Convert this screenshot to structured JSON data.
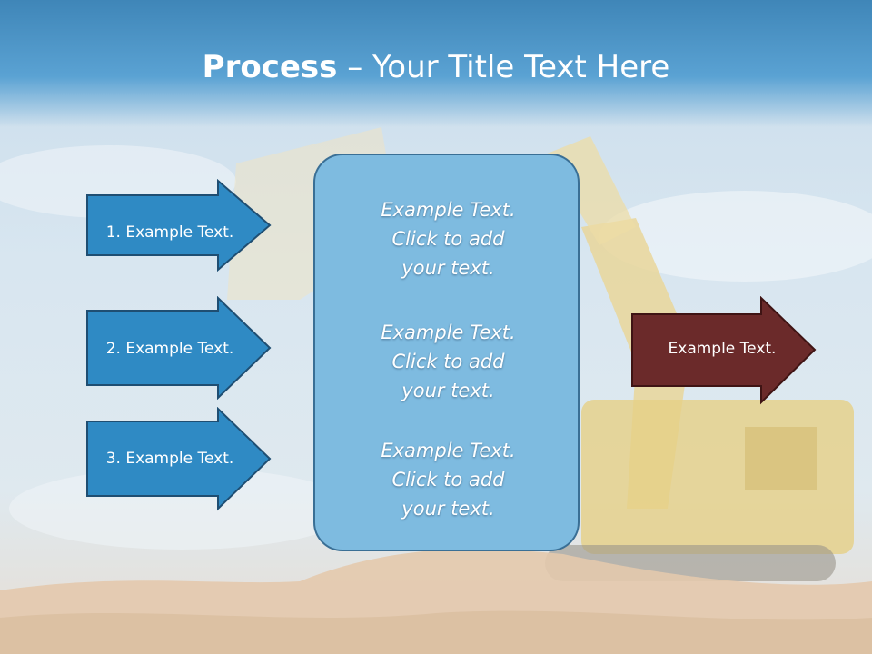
{
  "slide": {
    "title_bold": "Process",
    "title_dash": " – ",
    "title_rest": "Your Title Text Here"
  },
  "left_arrows": [
    {
      "label": "1. Example Text."
    },
    {
      "label": "2. Example Text."
    },
    {
      "label": "3. Example Text."
    }
  ],
  "center_box": {
    "blocks": [
      {
        "line1": "Example Text.",
        "line2": "Click  to add",
        "line3": "your text."
      },
      {
        "line1": "Example Text.",
        "line2": "Click  to add",
        "line3": "your text."
      },
      {
        "line1": "Example Text.",
        "line2": "Click  to add",
        "line3": "your text."
      }
    ]
  },
  "right_arrow": {
    "label": "Example Text."
  },
  "colors": {
    "title_band": "#4a92c6",
    "left_arrow_fill": "#2f8ac4",
    "center_box_fill": "#7ebbe0",
    "right_arrow_fill": "#6b2a2a"
  },
  "background": {
    "image_subject": "excavator-on-dirt-mound"
  }
}
